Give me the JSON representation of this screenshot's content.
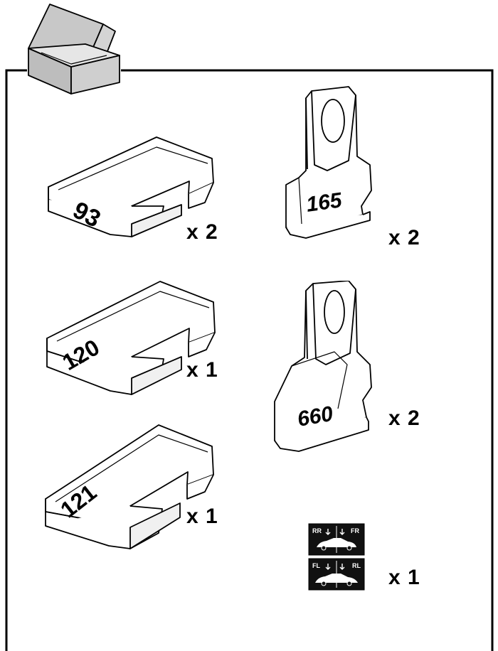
{
  "parts": [
    {
      "id": "pad-93",
      "label": "93",
      "quantity": "x 2"
    },
    {
      "id": "pad-120",
      "label": "120",
      "quantity": "x 1"
    },
    {
      "id": "pad-121",
      "label": "121",
      "quantity": "x 1"
    },
    {
      "id": "foot-165",
      "label": "165",
      "quantity": "x 2"
    },
    {
      "id": "foot-660",
      "label": "660",
      "quantity": "x 2"
    },
    {
      "id": "sticker",
      "label": "",
      "quantity": "x 1"
    }
  ],
  "sticker": {
    "top_left": "RR",
    "top_right": "FR",
    "bottom_left": "FL",
    "bottom_right": "RL"
  }
}
